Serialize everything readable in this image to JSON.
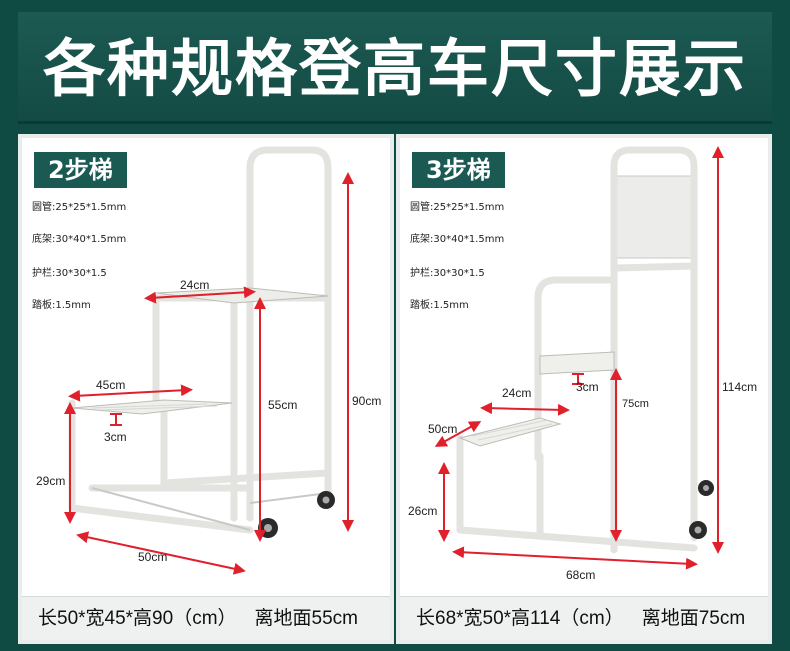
{
  "header": {
    "title": "各种规格登高车尺寸展示"
  },
  "panels": [
    {
      "tag": "2步梯",
      "specs": [
        "圆管:25*25*1.5mm",
        "底架:30*40*1.5mm",
        "护栏:30*30*1.5",
        "踏板:1.5mm"
      ],
      "dims": {
        "top_width": "24cm",
        "step_width": "45cm",
        "riser": "3cm",
        "low_height": "29cm",
        "deck_height": "55cm",
        "total_height": "90cm",
        "length": "50cm"
      },
      "footer_size": "长50*宽45*高90（cm）",
      "footer_height": "离地面55cm"
    },
    {
      "tag": "3步梯",
      "specs": [
        "圆管:25*25*1.5mm",
        "底架:30*40*1.5mm",
        "护栏:30*30*1.5",
        "踏板:1.5mm"
      ],
      "dims": {
        "riser": "3cm",
        "step_depth": "24cm",
        "deck_height": "75cm",
        "total_height": "114cm",
        "width": "50cm",
        "low_height": "26cm",
        "length": "68cm"
      },
      "footer_size": "长68*宽50*高114（cm）",
      "footer_height": "离地面75cm"
    }
  ],
  "colors": {
    "background": "#0f4a43",
    "tag": "#1b5a53",
    "dimension_line": "#e0202a",
    "frame": "#e6e6e2"
  }
}
